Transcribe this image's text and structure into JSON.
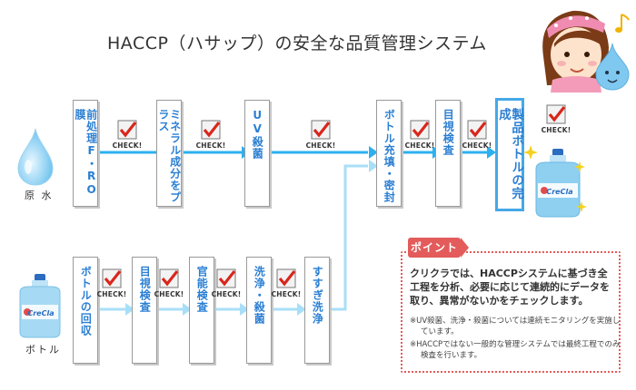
{
  "title": "HACCP（ハサップ）の安全な品質管理システム",
  "check_label": "CHECK!",
  "colors": {
    "arrow_top": "#2db0ef",
    "arrow_bottom": "#a8dff8",
    "text_blue": "#2b7fd3",
    "point_red": "#e35b5b",
    "check_red": "#d9261c"
  },
  "sources": {
    "water_label": "原 水",
    "bottle_label": "ボトル"
  },
  "top_steps": [
    "前処理F・RO膜",
    "ミネラル成分をプラス",
    "UV殺菌",
    "ボトル充填・密封",
    "目視検査",
    "製品ボトルの完成"
  ],
  "bottom_steps": [
    "ボトルの回収",
    "目視検査",
    "官能検査",
    "洗浄・殺菌",
    "すすぎ洗浄"
  ],
  "bottle_brand": "CreCla",
  "point": {
    "tab": "ポイント",
    "main": "クリクラでは、HACCPシステムに基づき全工程を分析、必要に応じて連続的にデータを取り、異常がないかをチェックします。",
    "notes": [
      "※UV殺菌、洗浄・殺菌については連続モニタリングを実施しています。",
      "※HACCPではない一般的な管理システムでは最終工程でのみ検査を行います。"
    ]
  }
}
